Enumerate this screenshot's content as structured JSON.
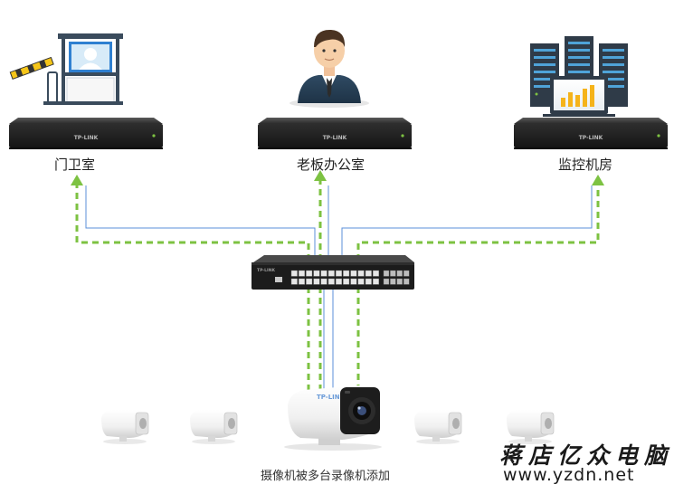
{
  "diagram": {
    "nvr_brand": "TP-LINK",
    "switch_brand": "TP-LINK",
    "camera_brand": "TP-LINK",
    "locations": [
      {
        "label": "门卫室",
        "icon": "gatehouse-icon"
      },
      {
        "label": "老板办公室",
        "icon": "businessman-icon"
      },
      {
        "label": "监控机房",
        "icon": "server-room-icon"
      }
    ],
    "caption": "摄像机被多台录像机添加",
    "colors": {
      "dashed_link": "#7dc242",
      "solid_link": "#5b8fd8",
      "device_body": "#2b2b2b"
    }
  },
  "watermark": {
    "title": "蒋店亿众电脑",
    "url": "www.yzdn.net"
  }
}
